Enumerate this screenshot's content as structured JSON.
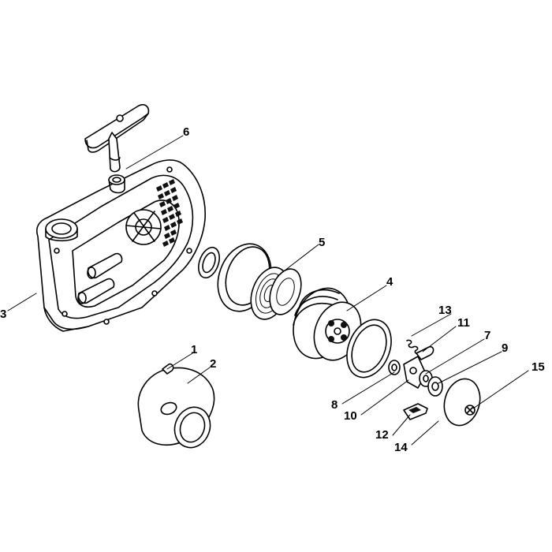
{
  "colors": {
    "ink": "#000000",
    "paper": "#ffffff"
  },
  "callouts": [
    {
      "id": "1",
      "label": "1"
    },
    {
      "id": "2",
      "label": "2"
    },
    {
      "id": "3",
      "label": "3"
    },
    {
      "id": "4",
      "label": "4"
    },
    {
      "id": "5",
      "label": "5"
    },
    {
      "id": "6",
      "label": "6"
    },
    {
      "id": "7",
      "label": "7"
    },
    {
      "id": "8",
      "label": "8"
    },
    {
      "id": "9",
      "label": "9"
    },
    {
      "id": "10",
      "label": "10"
    },
    {
      "id": "11",
      "label": "11"
    },
    {
      "id": "12",
      "label": "12"
    },
    {
      "id": "13",
      "label": "13"
    },
    {
      "id": "14",
      "label": "14"
    },
    {
      "id": "15",
      "label": "15"
    }
  ]
}
